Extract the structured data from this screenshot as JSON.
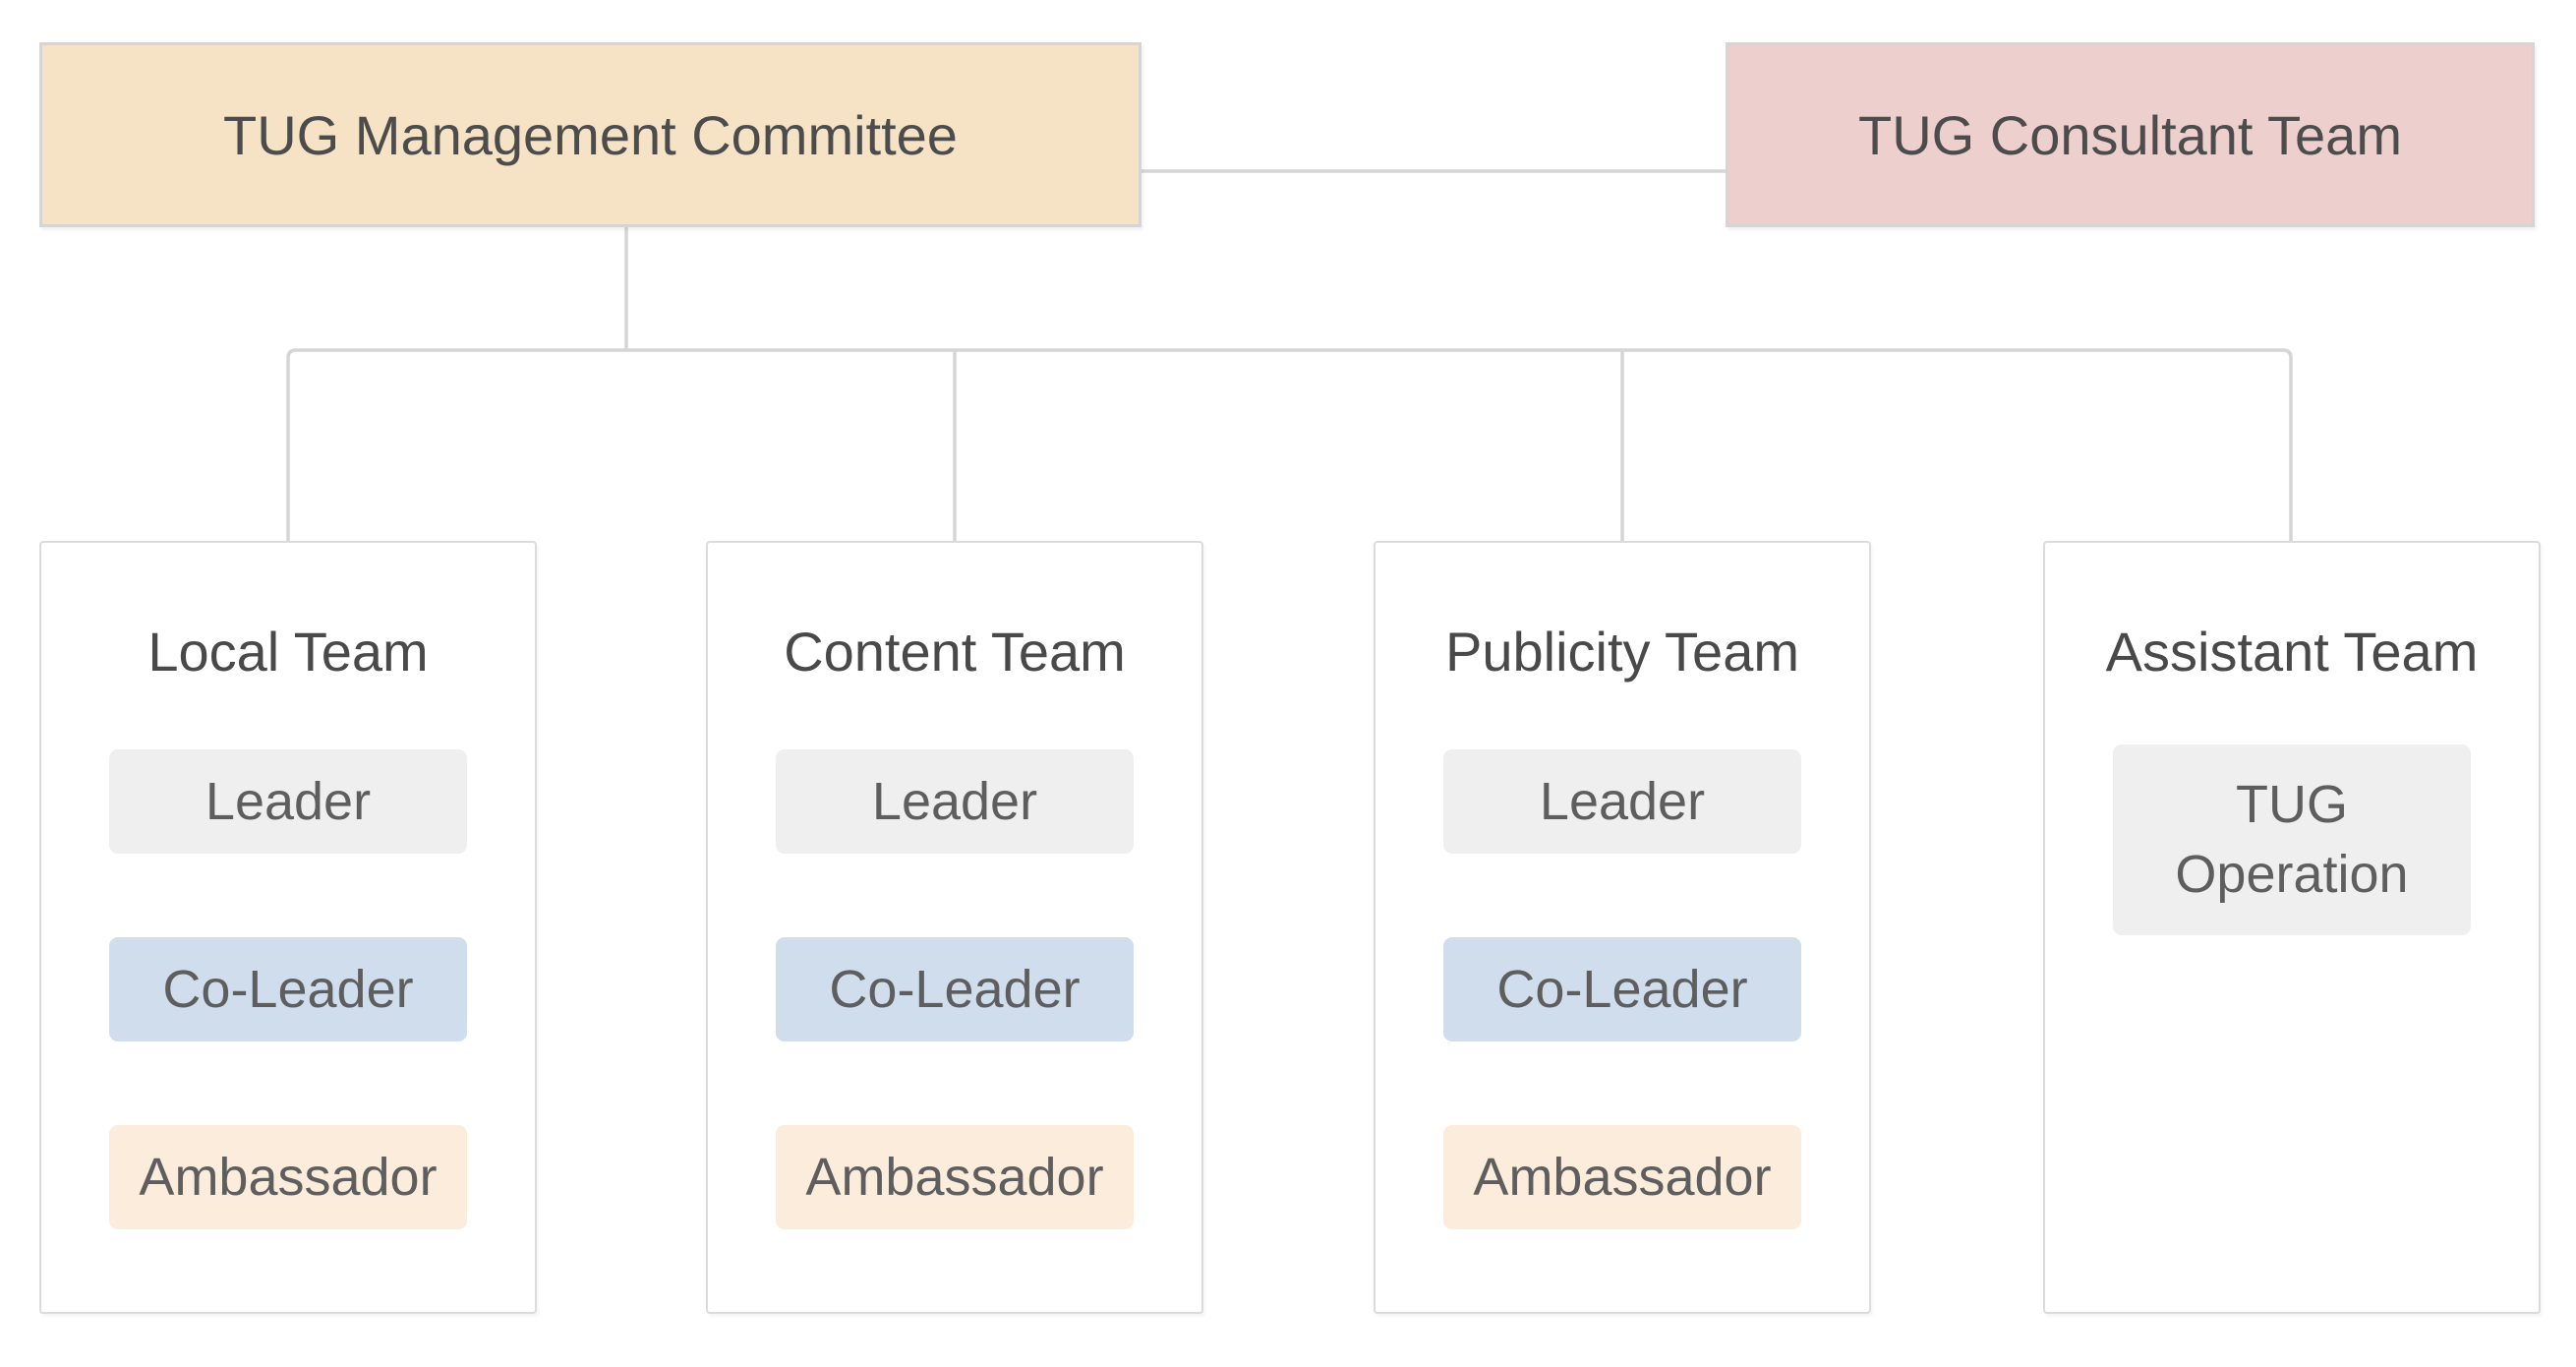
{
  "diagram": {
    "root": {
      "label": "TUG Management Committee"
    },
    "consultant": {
      "label": "TUG Consultant Team"
    },
    "teams": [
      {
        "title": "Local Team",
        "roles": [
          "Leader",
          "Co-Leader",
          "Ambassador"
        ]
      },
      {
        "title": "Content Team",
        "roles": [
          "Leader",
          "Co-Leader",
          "Ambassador"
        ]
      },
      {
        "title": "Publicity Team",
        "roles": [
          "Leader",
          "Co-Leader",
          "Ambassador"
        ]
      },
      {
        "title": "Assistant Team",
        "roles": [
          "TUG Operation"
        ]
      }
    ],
    "palette": {
      "canvas_bg": "#ffffff",
      "management_fill": "#f6e3c6",
      "consultant_fill": "#edd0cd",
      "leader_fill": "#efefef",
      "coleader_fill": "#cfdded",
      "ambassador_fill": "#fcecdc",
      "operation_fill": "#efefef",
      "node_border": "#d5d5d5",
      "team_border": "#dcdcdc",
      "connector": "#d5d5d5",
      "node_text": "#4c4c4c",
      "title_text": "#494949",
      "label_text": "#5e5e5e"
    }
  }
}
